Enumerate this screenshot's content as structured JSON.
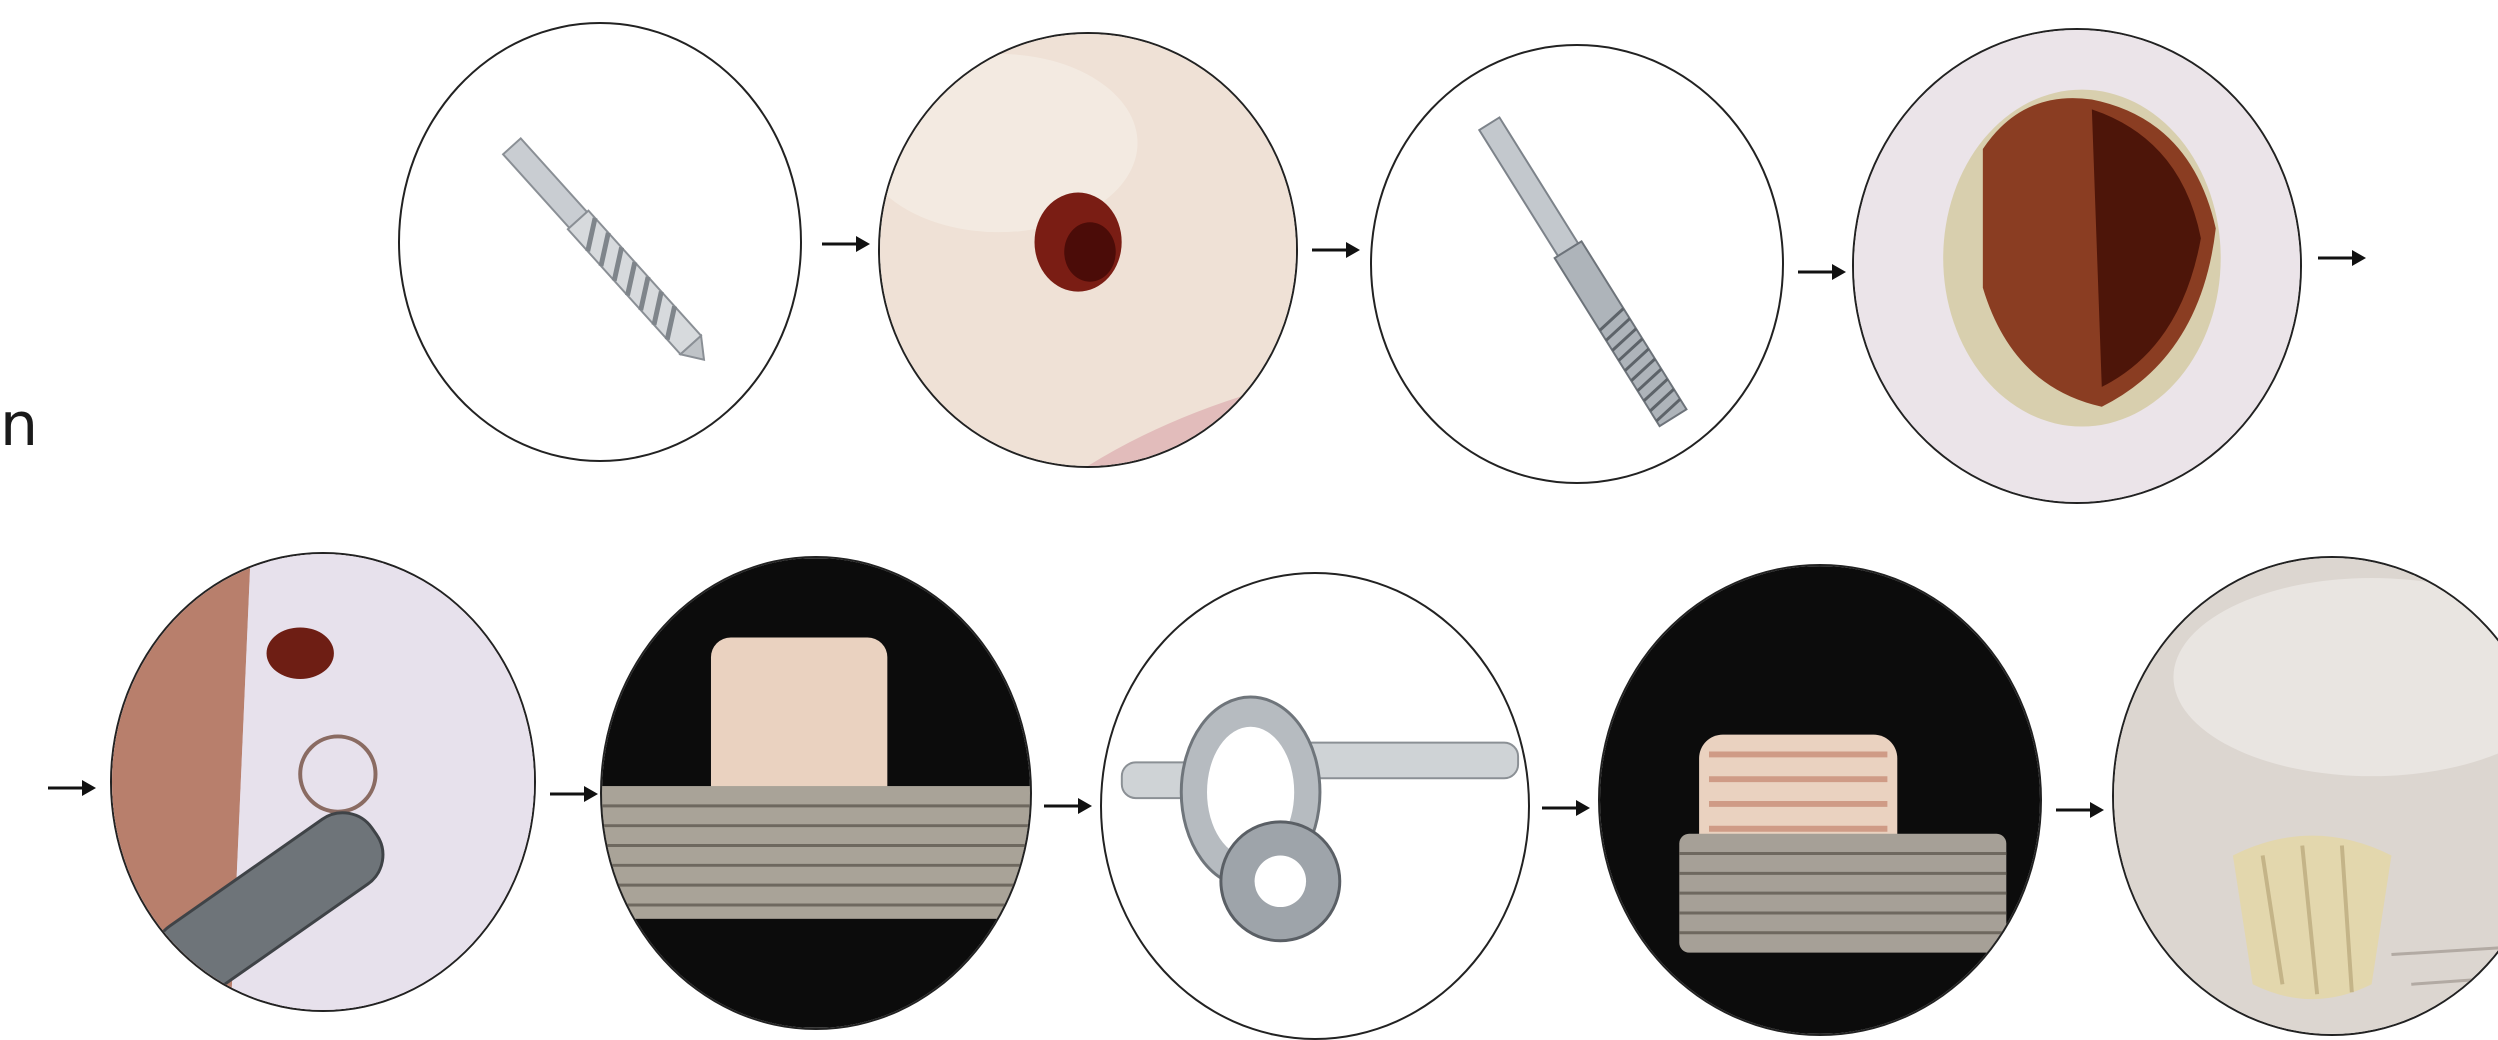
{
  "edge_text": "n",
  "colors": {
    "outline": "#222222",
    "background": "#ffffff",
    "bone": "#efe3da",
    "cavity": "#7a1d14",
    "metal": "#b8bcc0",
    "dark_background": "#0c0c0c",
    "bone_plug": "#ead2c0"
  },
  "process_steps": [
    {
      "row": 1,
      "icon": "drill-bit-icon"
    },
    {
      "row": 1,
      "icon": "drilled-hole-icon"
    },
    {
      "row": 1,
      "icon": "thread-tap-icon"
    },
    {
      "row": 1,
      "icon": "tapped-hole-icon"
    },
    {
      "row": 2,
      "icon": "trephine-marking-icon"
    },
    {
      "row": 2,
      "icon": "bone-plug-on-ruler-icon"
    },
    {
      "row": 2,
      "icon": "die-and-die-stock-icon"
    },
    {
      "row": 2,
      "icon": "threaded-bone-plug-icon"
    },
    {
      "row": 2,
      "icon": "implanted-plug-icon"
    }
  ]
}
